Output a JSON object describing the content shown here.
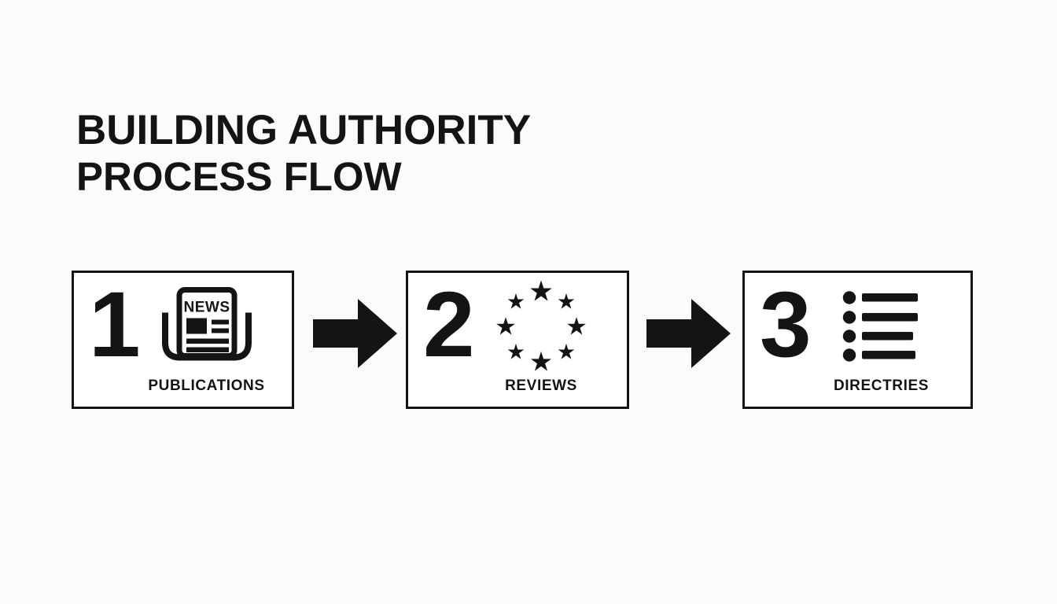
{
  "meta": {
    "background_color": "#fbfbf9",
    "ink_color": "#141414",
    "star_glyph": "★"
  },
  "title": {
    "line1": "BUILDING AUTHORITY",
    "line2": "PROCESS FLOW"
  },
  "steps": [
    {
      "number": "1",
      "label": "PUBLICATIONS",
      "icon": "newspaper-icon",
      "newspaper_masthead": "NEWS"
    },
    {
      "number": "2",
      "label": "REVIEWS",
      "icon": "star-circle-icon",
      "star_count": 8
    },
    {
      "number": "3",
      "label": "DIRECTRIES",
      "icon": "bullet-list-icon",
      "list_rows": 4
    }
  ],
  "connectors": [
    {
      "icon": "arrow-right-icon"
    },
    {
      "icon": "arrow-right-icon"
    }
  ]
}
